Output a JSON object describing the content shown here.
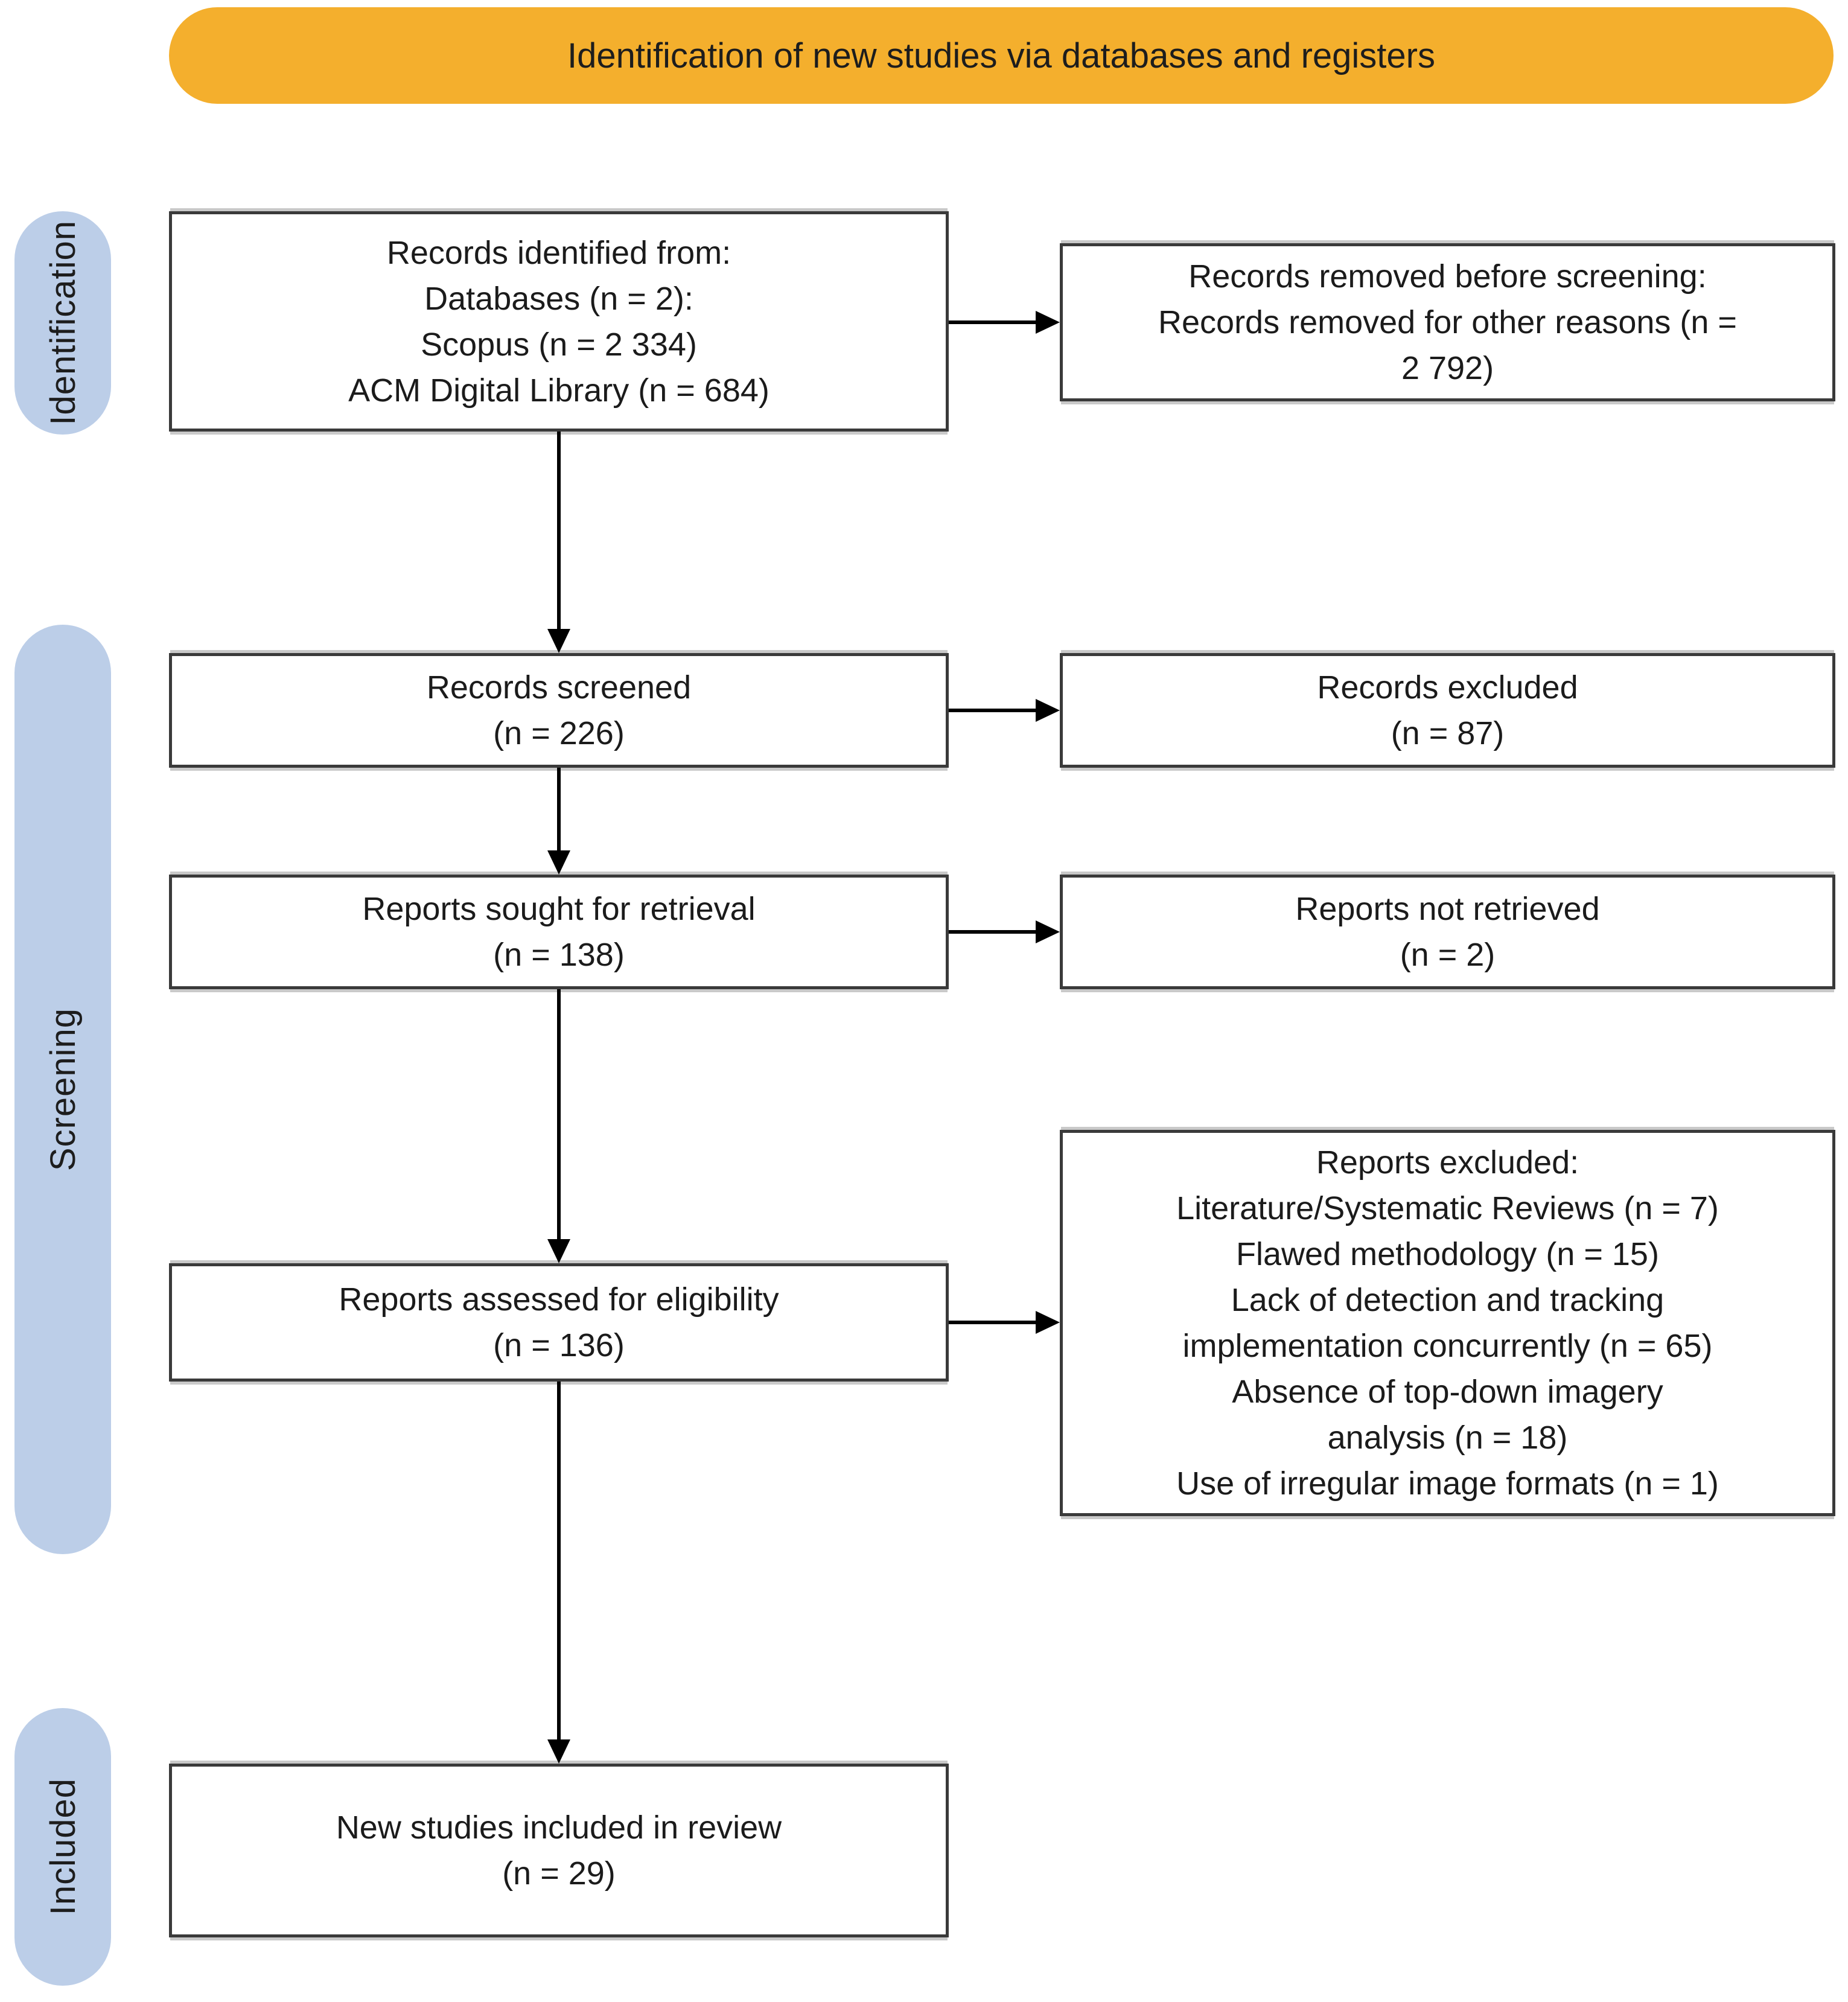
{
  "banner": {
    "label": "Identification of new studies via databases and registers"
  },
  "stages": {
    "identification": {
      "label": "Identification"
    },
    "screening": {
      "label": "Screening"
    },
    "included": {
      "label": "Included"
    }
  },
  "boxes": {
    "identified": {
      "lines": [
        "Records identified from:",
        "Databases (n = 2):",
        "Scopus (n = 2 334)",
        "ACM Digital Library (n = 684)"
      ]
    },
    "removed": {
      "lines": [
        "Records removed before screening:",
        "Records removed for other reasons (n =",
        "2 792)"
      ]
    },
    "screened": {
      "lines": [
        "Records screened",
        "(n = 226)"
      ]
    },
    "records_excluded": {
      "lines": [
        "Records excluded",
        "(n = 87)"
      ]
    },
    "sought": {
      "lines": [
        "Reports sought for retrieval",
        "(n = 138)"
      ]
    },
    "not_retrieved": {
      "lines": [
        "Reports not retrieved",
        "(n = 2)"
      ]
    },
    "eligibility": {
      "lines": [
        "Reports assessed for eligibility",
        "(n = 136)"
      ]
    },
    "reports_excluded": {
      "lines": [
        "Reports excluded:",
        "Literature/Systematic Reviews (n = 7)",
        "Flawed methodology (n = 15)",
        "Lack of detection and tracking",
        "implementation concurrently (n = 65)",
        "Absence of top-down imagery",
        "analysis (n = 18)",
        "Use of irregular image formats (n = 1)"
      ]
    },
    "included_review": {
      "lines": [
        "New studies included in review",
        "(n = 29)"
      ]
    }
  },
  "colors": {
    "banner_bg": "#F4AF2D",
    "stage_bg": "#BCCEE8",
    "box_border": "#3A3A3A",
    "arrow": "#000000"
  }
}
